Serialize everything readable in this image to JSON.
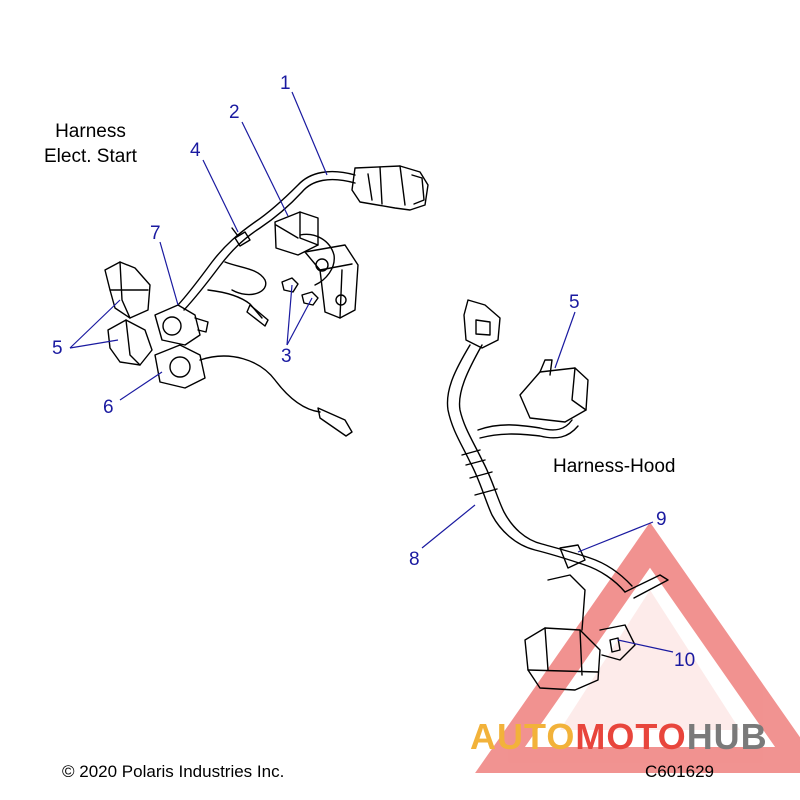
{
  "titles": {
    "harness_elect_start_line1": "Harness",
    "harness_elect_start_line2": "Elect. Start",
    "harness_hood": "Harness-Hood"
  },
  "callouts": {
    "c1": "1",
    "c2": "2",
    "c3": "3",
    "c4": "4",
    "c5a": "5",
    "c5b": "5",
    "c6": "6",
    "c7": "7",
    "c8": "8",
    "c9": "9",
    "c10": "10"
  },
  "footer": {
    "copyright": "© 2020 Polaris Industries Inc.",
    "code": "C601629"
  },
  "watermark": {
    "part1": "AUTO",
    "part2": "MOTO",
    "part3": "HUB",
    "colors": {
      "auto": "#f2b23a",
      "moto": "#e8453c",
      "hub": "#7a7a7a",
      "triangle": "#e63a36"
    }
  },
  "colors": {
    "callout": "#1a1aa0",
    "line": "#000000"
  }
}
